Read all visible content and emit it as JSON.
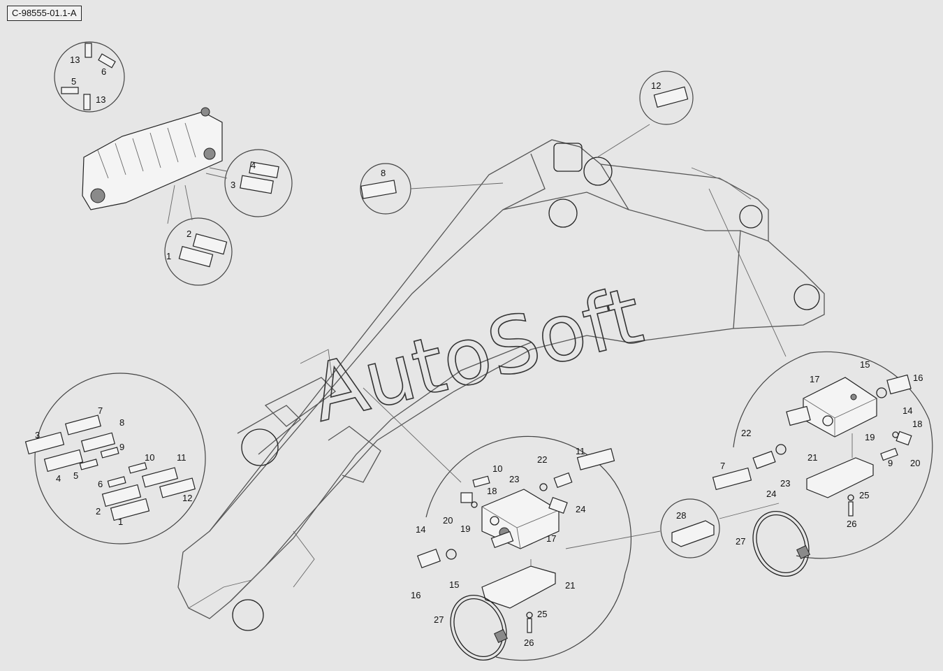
{
  "document": {
    "code": "C-98555-01.1-A"
  },
  "watermark": {
    "text": "AutoSoft"
  },
  "detail_valve_bank": {
    "labels": [
      "13",
      "6",
      "5",
      "13",
      "4",
      "3",
      "2",
      "1"
    ]
  },
  "detail_12": {
    "labels": [
      "12"
    ]
  },
  "detail_8": {
    "labels": [
      "8"
    ]
  },
  "detail_fittings_left": {
    "labels": [
      "3",
      "7",
      "8",
      "9",
      "4",
      "5",
      "10",
      "11",
      "6",
      "2",
      "12",
      "1"
    ]
  },
  "detail_valve_left": {
    "labels": [
      "10",
      "11",
      "22",
      "23",
      "18",
      "24",
      "20",
      "19",
      "17",
      "14",
      "15",
      "16",
      "21",
      "27",
      "25",
      "26"
    ]
  },
  "detail_28": {
    "labels": [
      "28"
    ]
  },
  "detail_valve_right": {
    "labels": [
      "15",
      "17",
      "16",
      "14",
      "18",
      "22",
      "19",
      "20",
      "23",
      "21",
      "7",
      "24",
      "9",
      "25",
      "26",
      "27"
    ]
  }
}
